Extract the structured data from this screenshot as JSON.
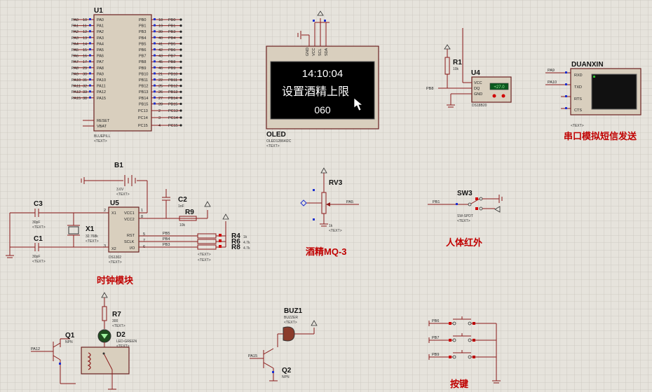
{
  "stm32": {
    "ref": "U1",
    "name": "BLUEPILL",
    "text_tag": "<TEXT>",
    "left_pins": [
      "PA0",
      "PA1",
      "PA2",
      "PA3",
      "PA4",
      "PA5",
      "PA6",
      "PA7",
      "PA8",
      "PA9",
      "PA10",
      "PA11",
      "PA12",
      "PA15"
    ],
    "left_nums": [
      "10",
      "11",
      "12",
      "13",
      "14",
      "15",
      "16",
      "17",
      "29",
      "30",
      "31",
      "32",
      "33",
      "38"
    ],
    "right_pins": [
      "PB0",
      "PB1",
      "PB3",
      "PB4",
      "PB5",
      "PB6",
      "PB7",
      "PB8",
      "PB9",
      "PB10",
      "PB11",
      "PB12",
      "PB13",
      "PB14",
      "PB15"
    ],
    "right_nums": [
      "18",
      "19",
      "39",
      "40",
      "41",
      "42",
      "43",
      "45",
      "46",
      "21",
      "22",
      "25",
      "26",
      "27",
      "28"
    ],
    "ctrl_pins": [
      "RESET",
      "VBAT"
    ],
    "pc_pins": [
      "PC13",
      "PC14",
      "PC15"
    ],
    "pc_nums": [
      "2",
      "3",
      "4"
    ],
    "net_labels": [
      "PB0",
      "PB1",
      "PB3",
      "PB4",
      "PB5",
      "PB6",
      "PB7",
      "PB8",
      "PB9",
      "PB10",
      "PB11",
      "PB12",
      "PB13",
      "PB14",
      "PB15",
      "PC13",
      "PC14",
      "PC15"
    ]
  },
  "oled": {
    "ref": "OLED",
    "part": "OLED12864I2C",
    "text_tag": "<TEXT>",
    "pins": [
      "GND",
      "VCC",
      "SCL",
      "SDA"
    ],
    "time": "14:10:04",
    "message": "设置酒精上限",
    "value": "060"
  },
  "ds18b20": {
    "ref": "U4",
    "part": "DS18B20",
    "pins": [
      "VCC",
      "DQ",
      "GND"
    ],
    "reading": "+27.0",
    "net": "PB8",
    "r1_ref": "R1",
    "r1_val": "10k"
  },
  "uart": {
    "ref": "DUANXIN",
    "pins": [
      "RXD",
      "TXD",
      "RTS",
      "CTS"
    ],
    "nets": [
      "PA9",
      "PA10"
    ],
    "text_tag": "<TEXT>",
    "caption": "串口模拟短信发送"
  },
  "clock": {
    "b1": "B1",
    "b1_val": "3.6V",
    "c2": "C2",
    "c2_val": "1nF",
    "r9": "R9",
    "r9_val": "10k",
    "ic_ref": "U5",
    "ic_part": "DS1302",
    "pins_left": [
      "X1",
      "X2"
    ],
    "pins_right": [
      "VCC1",
      "VCC2",
      "RST",
      "SCLK",
      "I/O"
    ],
    "pin_nums": [
      "2",
      "3",
      "1",
      "8",
      "5",
      "7",
      "6"
    ],
    "nets": [
      "PB5",
      "PB4",
      "PB3"
    ],
    "c3": "C3",
    "c3_val": "30pF",
    "c1": "C1",
    "c1_val": "30pF",
    "x1": "X1",
    "x1_val": "32.768k",
    "r4": "R4",
    "r4_val": "1k",
    "r6": "R6",
    "r6_val": "4.7k",
    "r8": "R8",
    "r8_val": "4.7k",
    "text_tag": "<TEXT>",
    "caption": "时钟模块"
  },
  "mq3": {
    "ref": "RV3",
    "val": "1k",
    "net": "PA5",
    "text_tag": "<TEXT>",
    "caption": "酒精MQ-3"
  },
  "pir": {
    "ref": "SW3",
    "part": "SW-SPDT",
    "net": "PB1",
    "text_tag": "<TEXT>",
    "caption": "人体红外"
  },
  "relay": {
    "r7": "R7",
    "r7_val": "300",
    "d2": "D2",
    "d2_part": "LED-GREEN",
    "q1": "Q1",
    "q1_type": "NPN",
    "net": "PA12",
    "text_tag": "<TEXT>"
  },
  "buzzer": {
    "ref": "BUZ1",
    "part": "BUZZER",
    "q2": "Q2",
    "q2_type": "NPN",
    "net": "PA15",
    "text_tag": "<TEXT>"
  },
  "keys": {
    "nets": [
      "PB6",
      "PB7",
      "PB9"
    ],
    "caption": "按键"
  },
  "colors": {
    "grid": "#c9c5bc",
    "background": "#e6e3dc",
    "wire": "#8a1a1a",
    "caption": "#c00000",
    "pin": "#1c2fd0",
    "oled_screen": "#000000"
  }
}
